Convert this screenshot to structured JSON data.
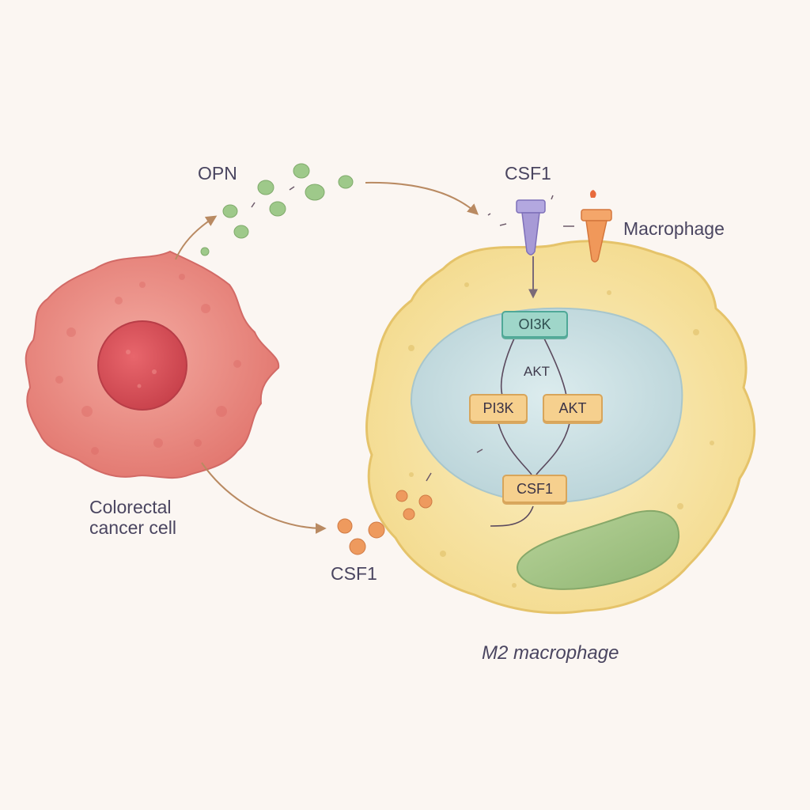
{
  "labels": {
    "opn": "OPN",
    "csf1_receptor_top": "CSF1",
    "macrophage": "Macrophage",
    "colorectal_line1": "Colorectal",
    "colorectal_line2": "cancer cell",
    "csf1_secreted": "CSF1",
    "m2_macrophage": "M2 macrophage"
  },
  "pathway": {
    "top_box": "OI3K",
    "akt_text": "AKT",
    "pi3k_box": "PI3K",
    "akt_box": "AKT",
    "csf1_box": "CSF1"
  },
  "colors": {
    "background": "#fbf6f2",
    "cancer_cell": "#e88a85",
    "cancer_nucleus": "#d9535b",
    "macrophage_body": "#f8e6a8",
    "macrophage_nucleus": "#cfe2e4",
    "mitochondrion": "#a9c98b",
    "opn_particles": "#9ec98a",
    "csf1_particles": "#ee9a5e",
    "arrow": "#b98a62",
    "receptor_purple": "#a79ad6",
    "receptor_orange": "#f0985a",
    "box_orange": "#f6d08e",
    "box_teal": "#9fd6c9"
  }
}
